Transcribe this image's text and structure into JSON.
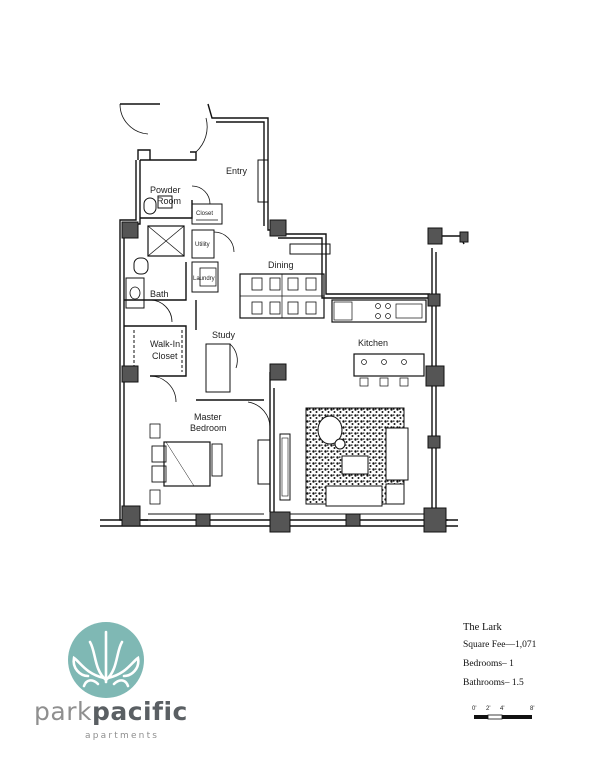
{
  "plan": {
    "rooms": {
      "entry": "Entry",
      "powder": [
        "Powder",
        "Room"
      ],
      "closet": "Closet",
      "utility": "Utility",
      "laundry": "Laundry",
      "dining": "Dining",
      "bath": "Bath",
      "study": "Study",
      "walkin": [
        "Walk-In",
        "Closet"
      ],
      "kitchen": "Kitchen",
      "master": [
        "Master",
        "Bedroom"
      ]
    }
  },
  "info": {
    "name": "The Lark",
    "square_feet": "Square Fee—1,071",
    "bedrooms": "Bedrooms– 1",
    "bathrooms": "Bathrooms– 1.5"
  },
  "scale": {
    "labels": [
      "0'",
      "2'",
      "4'",
      "8'"
    ]
  },
  "brand": {
    "name_part1": "park",
    "name_part2": "pacific",
    "subtitle": "apartments",
    "color": "#7fb8b4"
  }
}
